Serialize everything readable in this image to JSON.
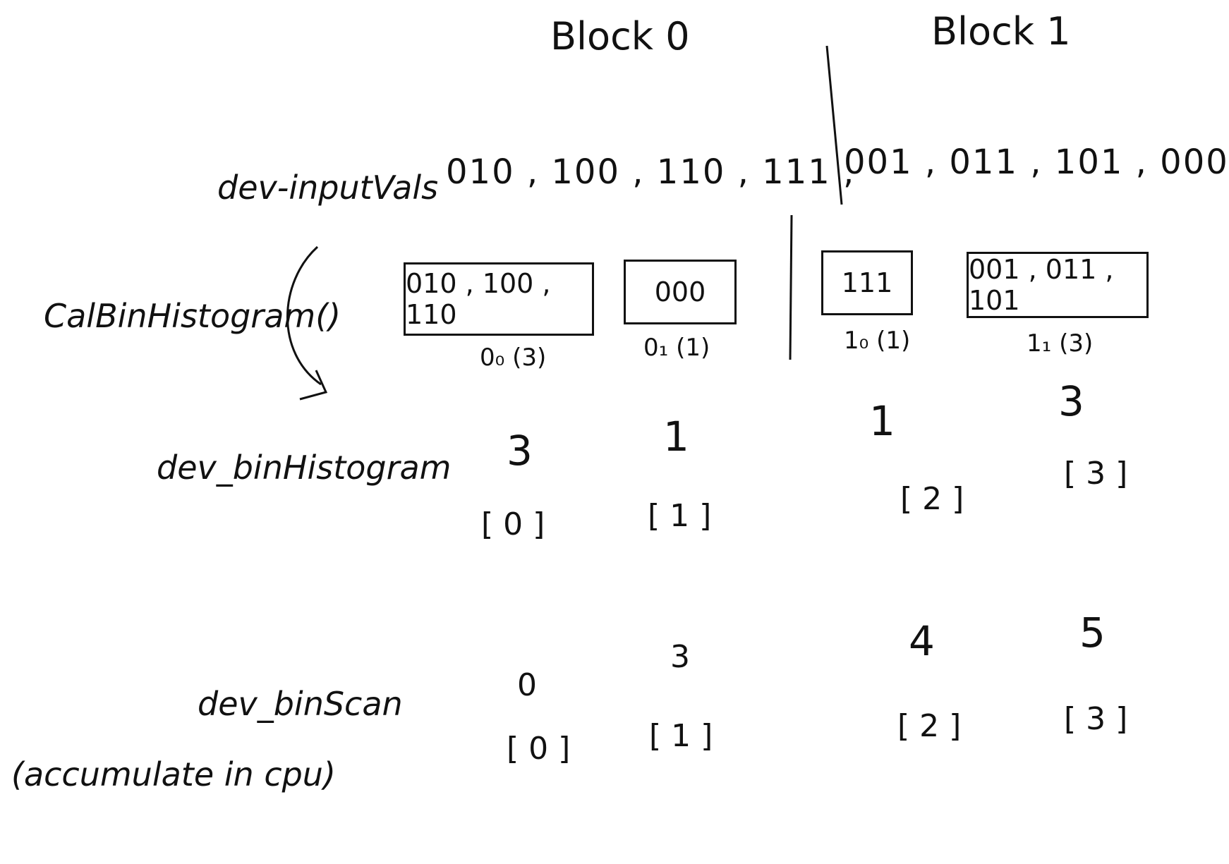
{
  "headers": {
    "block0": "Block 0",
    "block1": "Block 1"
  },
  "labels": {
    "input_vals": "dev-inputVals",
    "cal_bin_histogram": "CalBinHistogram()",
    "bin_histogram": "dev_binHistogram",
    "bin_scan": "dev_binScan",
    "bin_scan_note": "(accumulate in cpu)"
  },
  "input_values": {
    "block0": "010 , 100 , 110 , 111 ,",
    "block1": "001 , 011 , 101 , 000"
  },
  "bins": [
    {
      "contents": "010 , 100 , 110",
      "bin_label": "0₀ (3)",
      "histogram_value": "3",
      "histogram_index": "[ 0 ]",
      "scan_value": "0",
      "scan_index": "[ 0 ]"
    },
    {
      "contents": "000",
      "bin_label": "0₁ (1)",
      "histogram_value": "1",
      "histogram_index": "[ 1 ]",
      "scan_value": "3",
      "scan_index": "[ 1 ]"
    },
    {
      "contents": "111",
      "bin_label": "1₀ (1)",
      "histogram_value": "1",
      "histogram_index": "[ 2 ]",
      "scan_value": "4",
      "scan_index": "[ 2 ]"
    },
    {
      "contents": "001 , 011 , 101",
      "bin_label": "1₁ (3)",
      "histogram_value": "3",
      "histogram_index": "[ 3 ]",
      "scan_value": "5",
      "scan_index": "[ 3 ]"
    }
  ]
}
